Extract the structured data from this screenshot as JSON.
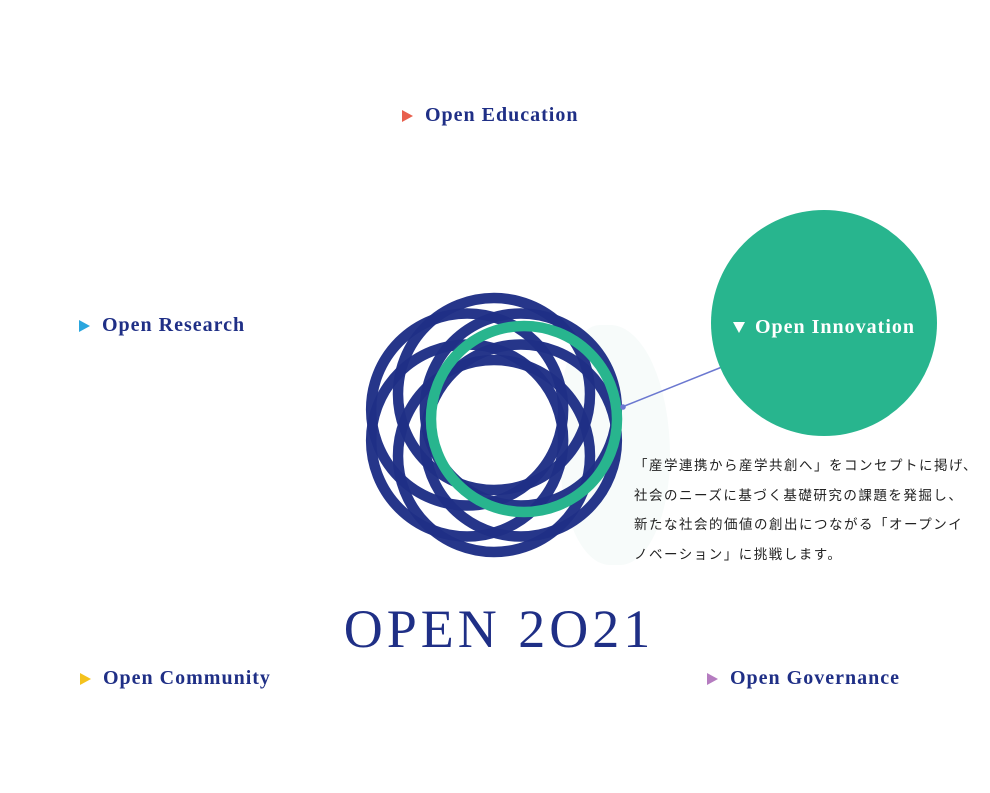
{
  "topics": {
    "education": {
      "label": "Open Education",
      "color": "#e8604e",
      "icon": "triangle-right-icon"
    },
    "research": {
      "label": "Open Research",
      "color": "#2aa6de",
      "icon": "triangle-right-icon"
    },
    "innovation": {
      "label": "Open Innovation",
      "color": "#28b58e",
      "icon": "triangle-down-icon",
      "expanded": true
    },
    "community": {
      "label": "Open Community",
      "color": "#f4c21d",
      "icon": "triangle-right-icon"
    },
    "governance": {
      "label": "Open Governance",
      "color": "#b57cc0",
      "icon": "triangle-right-icon"
    }
  },
  "innovation_description": {
    "lines": [
      "「産学連携から産学共創へ」をコンセプトに掲げ、",
      "社会のニーズに基づく基礎研究の課題を発掘し、",
      "新たな社会的価値の創出につながる「オープンイ",
      "ノベーション」に挑戦します。"
    ]
  },
  "logo": {
    "ring_color": "#1f2f86",
    "highlight_ring_color": "#28b58e",
    "connector_color": "#6b78d0",
    "ring_count": 6
  },
  "brand": {
    "title": "OPEN 2O21",
    "color": "#1f2f86"
  }
}
